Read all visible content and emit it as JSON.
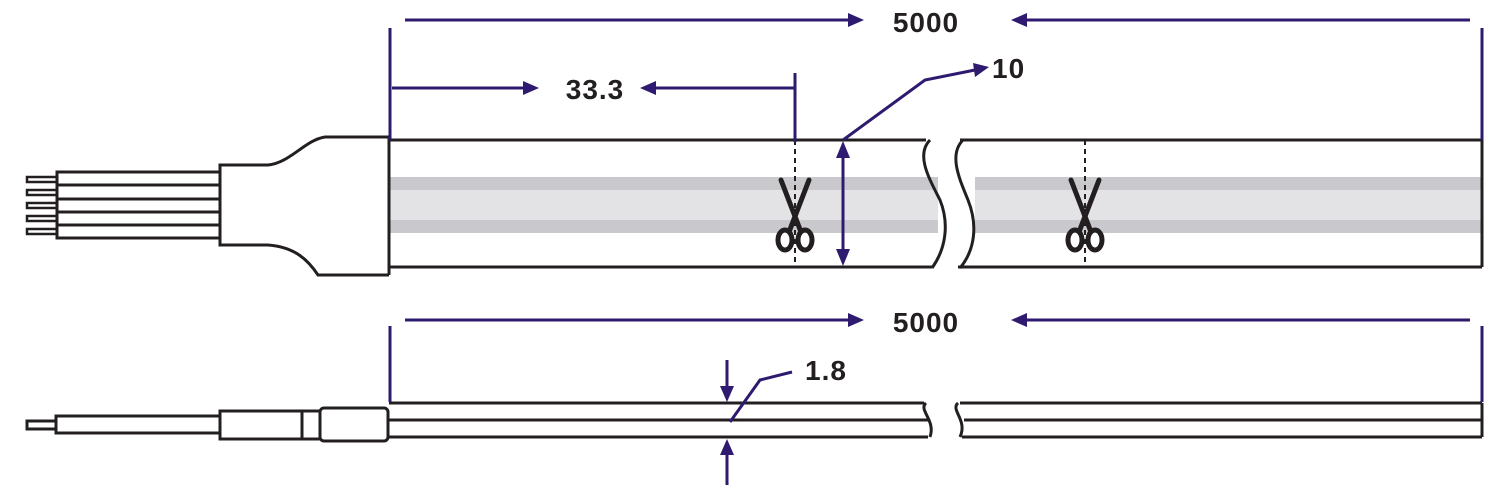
{
  "top_view": {
    "length_label": "5000",
    "cut_pitch_label": "33.3",
    "width_label": "10"
  },
  "side_view": {
    "length_label": "5000",
    "thickness_label": "1.8"
  },
  "colors": {
    "dimension": "#2e1a6e",
    "outline": "#231f20",
    "band_dark": "#c9c9cd",
    "band_light": "#e3e3e5"
  }
}
